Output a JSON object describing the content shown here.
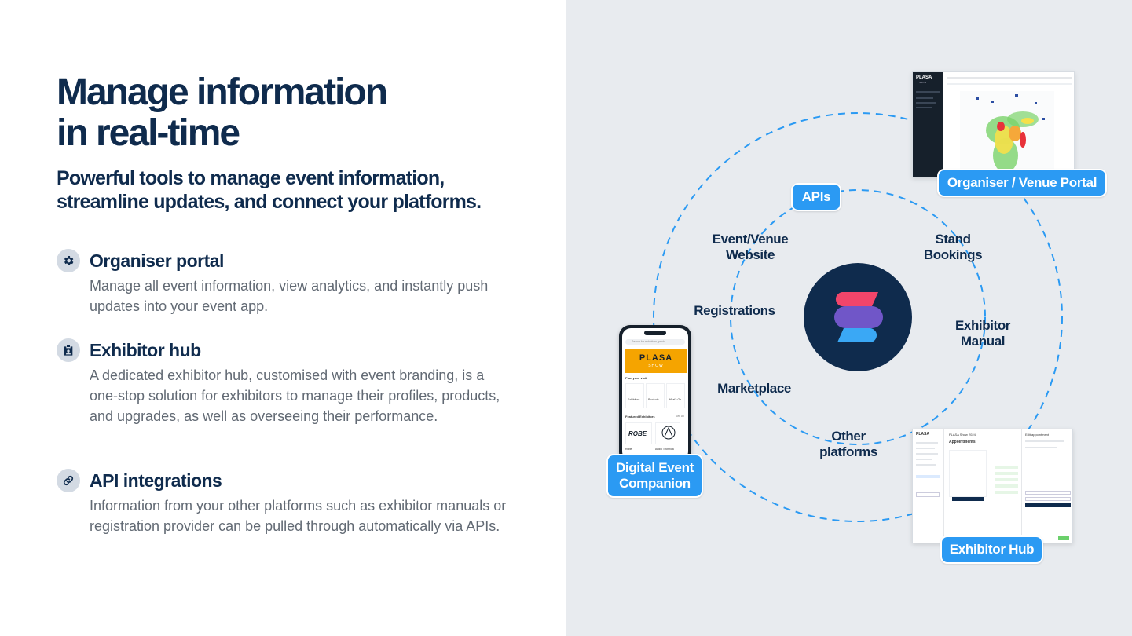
{
  "heading": {
    "line1": "Manage information",
    "line2": "in real-time"
  },
  "subheading": {
    "line1": "Powerful tools to manage event information,",
    "line2": "streamline updates, and connect your platforms."
  },
  "features": [
    {
      "icon": "gear-icon",
      "title": "Organiser  portal",
      "description": "Manage all event information, view analytics, and instantly push updates into your event app."
    },
    {
      "icon": "badge-icon",
      "title": "Exhibitor hub",
      "description": "A dedicated exhibitor hub, customised with event branding, is a one-stop solution for exhibitors to manage their profiles, products, and upgrades, as well as overseeing their performance."
    },
    {
      "icon": "link-icon",
      "title": "API integrations",
      "description": "Information from your other platforms such as exhibitor manuals or registration provider can be pulled through automatically via APIs."
    }
  ],
  "diagram": {
    "pills": {
      "apis": "APIs",
      "organiser_portal": "Organiser / Venue Portal",
      "digital_companion_line1": "Digital Event",
      "digital_companion_line2": "Companion",
      "exhibitor_hub": "Exhibitor Hub"
    },
    "labels": {
      "event_website_line1": "Event/Venue",
      "event_website_line2": "Website",
      "stand_bookings_line1": "Stand",
      "stand_bookings_line2": "Bookings",
      "registrations": "Registrations",
      "exhibitor_manual_line1": "Exhibitor",
      "exhibitor_manual_line2": "Manual",
      "marketplace": "Marketplace",
      "other_platforms_line1": "Other",
      "other_platforms_line2": "platforms"
    },
    "phone": {
      "brand": "PLASA",
      "brand_sub": "SHOW",
      "plan_visit": "Plan your visit",
      "tiles": [
        "Exhibitors",
        "Products",
        "What's On"
      ],
      "featured": "Featured Exhibitors",
      "see_all": "See All",
      "exhibitor_1": "ROBE",
      "exhibitor_1_caption": "Robe",
      "exhibitor_2_caption": "Audio Technica",
      "search_placeholder": "Search for exhibitors, produ..."
    },
    "portal": {
      "brand": "PLASA",
      "brand_sub": "SHOW"
    },
    "hub": {
      "brand": "PLASA",
      "title": "PLASA Show 2024",
      "section": "Appointments",
      "side_panel_title": "Edit appointment"
    },
    "colors": {
      "dashed_ring": "#2b9af3",
      "pill_bg": "#2b9af3",
      "logo_circle": "#0f2b4d",
      "logo_pink": "#f2456a",
      "logo_blue": "#3aa8f5",
      "logo_purple": "#7b5bd6"
    }
  }
}
